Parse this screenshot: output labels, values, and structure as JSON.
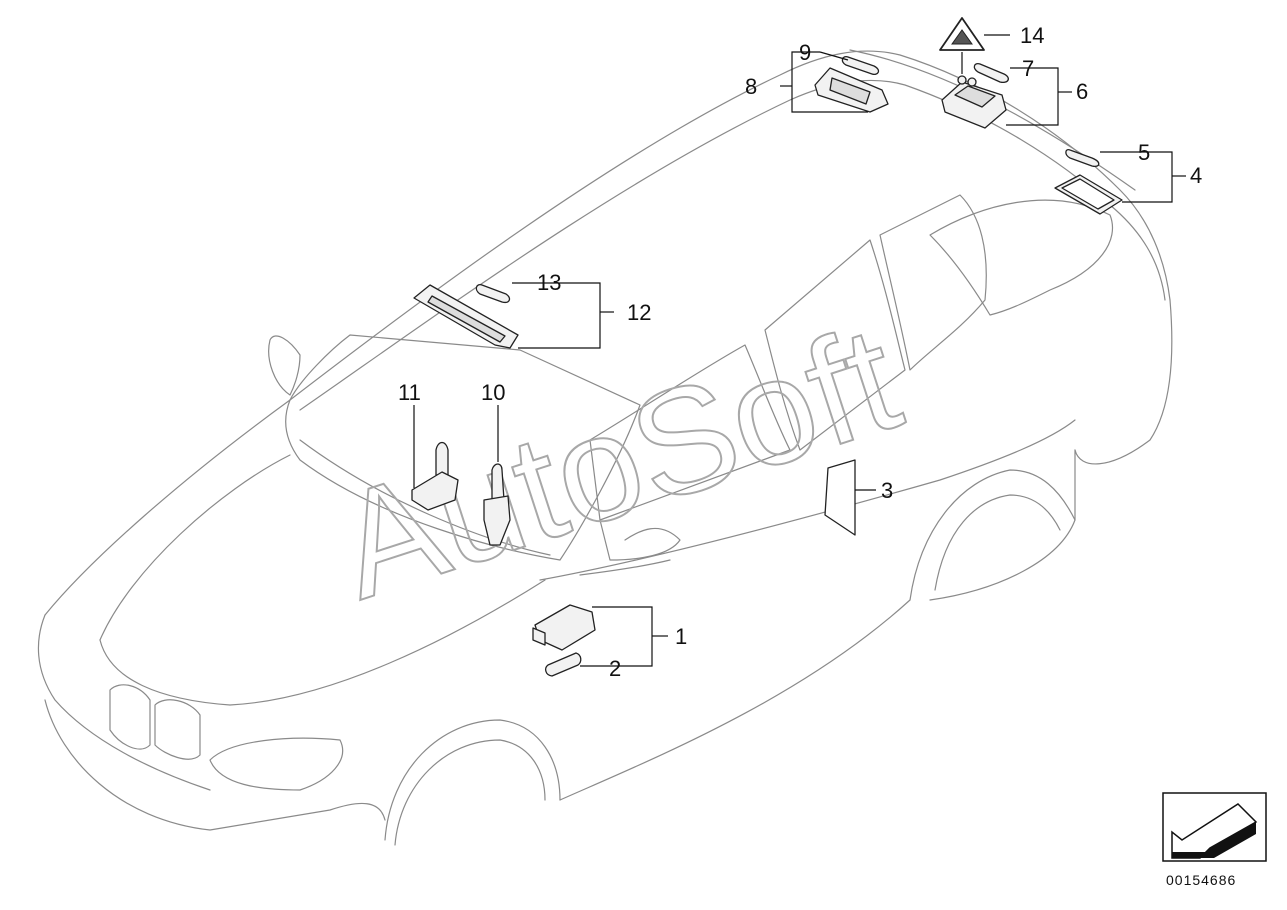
{
  "watermark": "AutoSoft",
  "diagram_code": "00154686",
  "callouts": [
    "1",
    "2",
    "3",
    "4",
    "5",
    "6",
    "7",
    "8",
    "9",
    "10",
    "11",
    "12",
    "13",
    "14"
  ],
  "colors": {
    "line": "#8a8a8a",
    "ink": "#111111",
    "watermark": "#a8a8a8"
  },
  "icons": {
    "nav": "arrow-left-down-icon",
    "warning": "warning-triangle-icon"
  }
}
